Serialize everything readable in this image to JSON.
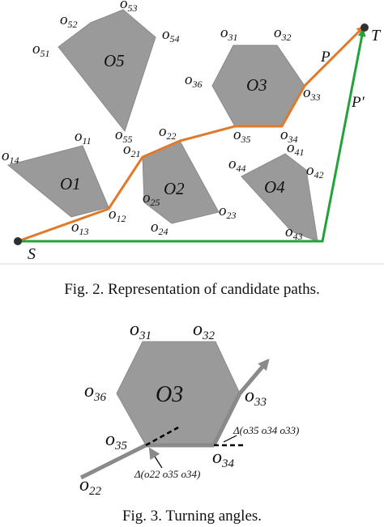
{
  "fig2": {
    "caption": "Fig. 2. Representation of candidate paths.",
    "start_label": "S",
    "target_label": "T",
    "path_label": "P",
    "alt_path_label": "P′",
    "colors": {
      "path": "#e07a2a",
      "alt_path": "#22a33a",
      "obstacle": "#9a9a9a"
    },
    "obstacles": [
      {
        "name": "O1",
        "vertices": [
          "o11",
          "o12",
          "o13",
          "o14"
        ]
      },
      {
        "name": "O2",
        "vertices": [
          "o21",
          "o22",
          "o23",
          "o24",
          "o25"
        ]
      },
      {
        "name": "O3",
        "vertices": [
          "o31",
          "o32",
          "o33",
          "o34",
          "o35",
          "o36"
        ]
      },
      {
        "name": "O4",
        "vertices": [
          "o41",
          "o42",
          "o43",
          "o44"
        ]
      },
      {
        "name": "O5",
        "vertices": [
          "o51",
          "o52",
          "o53",
          "o54",
          "o55"
        ]
      }
    ]
  },
  "fig3": {
    "caption": "Fig. 3. Turning angles.",
    "obstacle": "O3",
    "vertices": [
      "o31",
      "o32",
      "o33",
      "o34",
      "o35",
      "o36"
    ],
    "incoming_vertex": "o22",
    "angle_1": "Δ(o22 o35 o34)",
    "angle_2": "Δ(o35 o34 o33)"
  }
}
